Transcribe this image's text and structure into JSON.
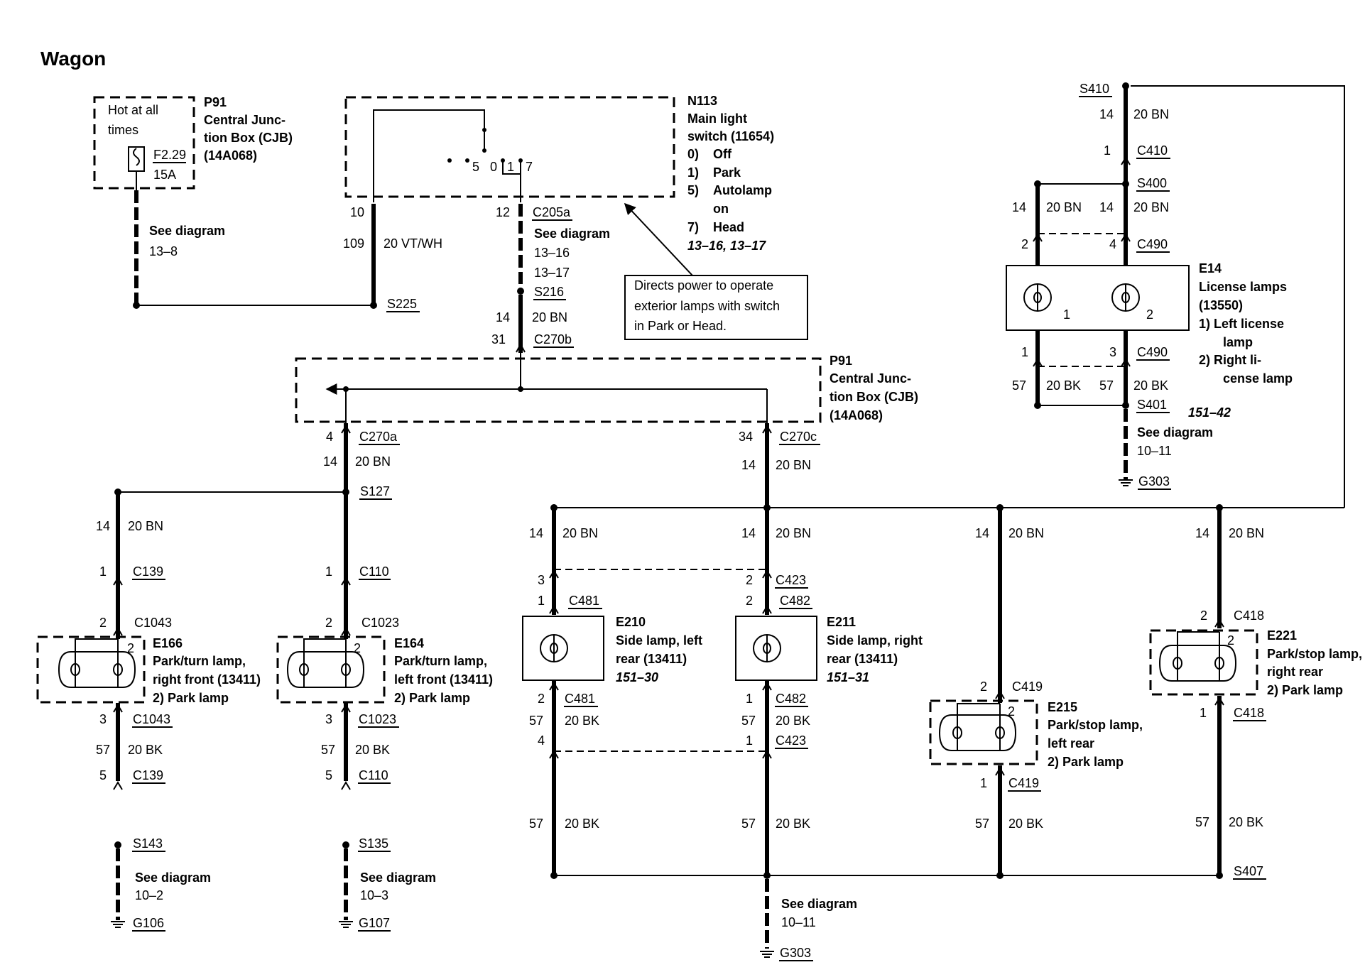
{
  "title": "Wagon",
  "colors": {
    "ink": "#000000",
    "background": "#ffffff"
  },
  "cjb_top": {
    "hot": [
      "Hot at all",
      "times"
    ],
    "fuse": "F2.29",
    "amps": "15A",
    "name": "P91",
    "desc": [
      "Central Junc-",
      "tion Box (CJB)",
      "(14A068)"
    ],
    "see": [
      "See diagram",
      "13–8"
    ]
  },
  "switch": {
    "name": "N113",
    "desc": [
      "Main light",
      "switch (11654)"
    ],
    "positions": [
      {
        "n": "0)",
        "label": "Off"
      },
      {
        "n": "1)",
        "label": "Park"
      },
      {
        "n": "5)",
        "label": "Autolamp"
      },
      {
        "n": "",
        "label": "on"
      },
      {
        "n": "7)",
        "label": "Head"
      }
    ],
    "refs": "13–16, 13–17",
    "contacts": [
      "5",
      "0",
      "1",
      "7"
    ],
    "pin_left": "10",
    "pin_right": "12",
    "conn": "C205a",
    "circuit_left": "109",
    "wire_left": "20 VT/WH",
    "see": [
      "See diagram",
      "13–16",
      "13–17"
    ],
    "splice_left": "S225",
    "splice_right": "S216",
    "circuit_mid": "14",
    "wire_mid": "20 BN",
    "pin_c270b": "31",
    "c270b": "C270b",
    "note": [
      "Directs  power to operate",
      "exterior lamps with switch",
      "in Park or Head."
    ]
  },
  "cjb_mid": {
    "name": "P91",
    "desc": [
      "Central Junc-",
      "tion Box (CJB)",
      "(14A068)"
    ],
    "left_pin": "4",
    "left_conn": "C270a",
    "right_pin": "34",
    "right_conn": "C270c",
    "circuit": "14",
    "wire": "20 BN"
  },
  "s127": "S127",
  "e166": {
    "c1": {
      "pin": "1",
      "conn": "C139"
    },
    "c2": {
      "pin": "2",
      "conn": "C1043"
    },
    "pin2": "2",
    "name": "E166",
    "desc": [
      "Park/turn lamp,",
      "right front (13411)",
      "2)   Park lamp"
    ],
    "c3": {
      "pin": "3",
      "conn": "C1043"
    },
    "circuit": "57",
    "wire": "20 BK",
    "c4": {
      "pin": "5",
      "conn": "C139"
    },
    "splice": "S143",
    "see": [
      "See diagram",
      "10–2"
    ],
    "ground": "G106"
  },
  "e164": {
    "c1": {
      "pin": "1",
      "conn": "C110"
    },
    "c2": {
      "pin": "2",
      "conn": "C1023"
    },
    "pin2": "2",
    "name": "E164",
    "desc": [
      "Park/turn lamp,",
      "left front (13411)",
      "2)   Park lamp"
    ],
    "c3": {
      "pin": "3",
      "conn": "C1023"
    },
    "circuit": "57",
    "wire": "20 BK",
    "c4": {
      "pin": "5",
      "conn": "C110"
    },
    "splice": "S135",
    "see": [
      "See diagram",
      "10–3"
    ],
    "ground": "G107"
  },
  "e210": {
    "pin_a": "3",
    "pin_b": "1",
    "conn_top": "C481",
    "name": "E210",
    "desc": [
      "Side lamp, left",
      "rear (13411)"
    ],
    "ref": "151–30",
    "pin_c": "2",
    "conn_bot": "C481",
    "circuit": "57",
    "wire": "20 BK",
    "pin_d": "4"
  },
  "e211": {
    "pin_a": "2",
    "conn_a": "C423",
    "pin_b": "2",
    "conn_b": "C482",
    "name": "E211",
    "desc": [
      "Side lamp, right",
      "rear (13411)"
    ],
    "ref": "151–31",
    "pin_c": "1",
    "conn_c": "C482",
    "circuit": "57",
    "wire": "20 BK",
    "pin_d": "1",
    "conn_d": "C423"
  },
  "e215": {
    "pin_top": "2",
    "conn_top": "C419",
    "pin2": "2",
    "name": "E215",
    "desc": [
      "Park/stop lamp,",
      "left rear",
      "2)   Park lamp"
    ],
    "pin_bot": "1",
    "conn_bot": "C419"
  },
  "e221": {
    "pin_top": "2",
    "conn_top": "C418",
    "pin2": "2",
    "name": "E221",
    "desc": [
      "Park/stop lamp,",
      "right rear",
      "2)   Park lamp"
    ],
    "pin_bot": "1",
    "conn_bot": "C418"
  },
  "rear_bus": {
    "circuit": "14",
    "wire": "20 BN",
    "gnd_circuit": "57",
    "gnd_wire": "20 BK",
    "splice": "S407",
    "see": [
      "See diagram",
      "10–11"
    ],
    "ground": "G303"
  },
  "e14": {
    "s410": "S410",
    "circuit": "14",
    "wire": "20 BN",
    "c410_pin": "1",
    "c410": "C410",
    "s400": "S400",
    "c490_pin_l": "2",
    "c490_pin_r": "4",
    "c490": "C490",
    "name": "E14",
    "desc": [
      "License lamps",
      "(13550)"
    ],
    "items": [
      "1)   Left license",
      "lamp",
      "2)   Right li-",
      "cense lamp"
    ],
    "bulb1": "1",
    "bulb2": "2",
    "c490b_pin_l": "1",
    "c490b_pin_r": "3",
    "c490b": "C490",
    "gnd_circuit": "57",
    "gnd_wire": "20 BK",
    "s401": "S401",
    "ref": "151–42",
    "see": [
      "See diagram",
      "10–11"
    ],
    "ground": "G303"
  }
}
